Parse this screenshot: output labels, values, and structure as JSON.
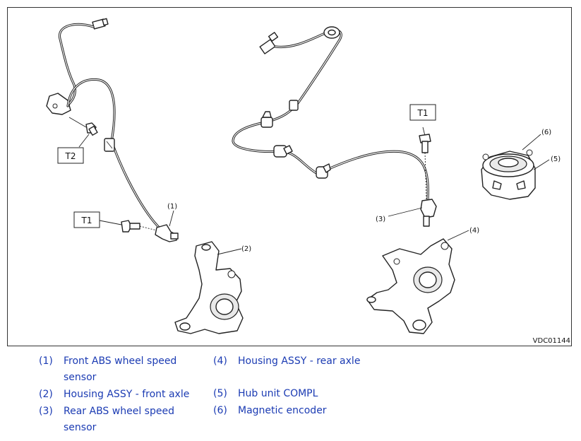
{
  "diagram": {
    "image_code": "VDC01144",
    "torque_labels": [
      "T2",
      "T1",
      "T1"
    ],
    "callouts": [
      "(1)",
      "(2)",
      "(3)",
      "(4)",
      "(5)",
      "(6)"
    ]
  },
  "legend": {
    "left": [
      {
        "num": "(1)",
        "text": "Front ABS wheel speed sensor"
      },
      {
        "num": "(2)",
        "text": "Housing ASSY - front axle"
      },
      {
        "num": "(3)",
        "text": "Rear ABS wheel speed sensor"
      }
    ],
    "right": [
      {
        "num": "(4)",
        "text": "Housing ASSY - rear axle"
      },
      {
        "num": "(5)",
        "text": "Hub unit COMPL"
      },
      {
        "num": "(6)",
        "text": "Magnetic encoder"
      }
    ]
  }
}
